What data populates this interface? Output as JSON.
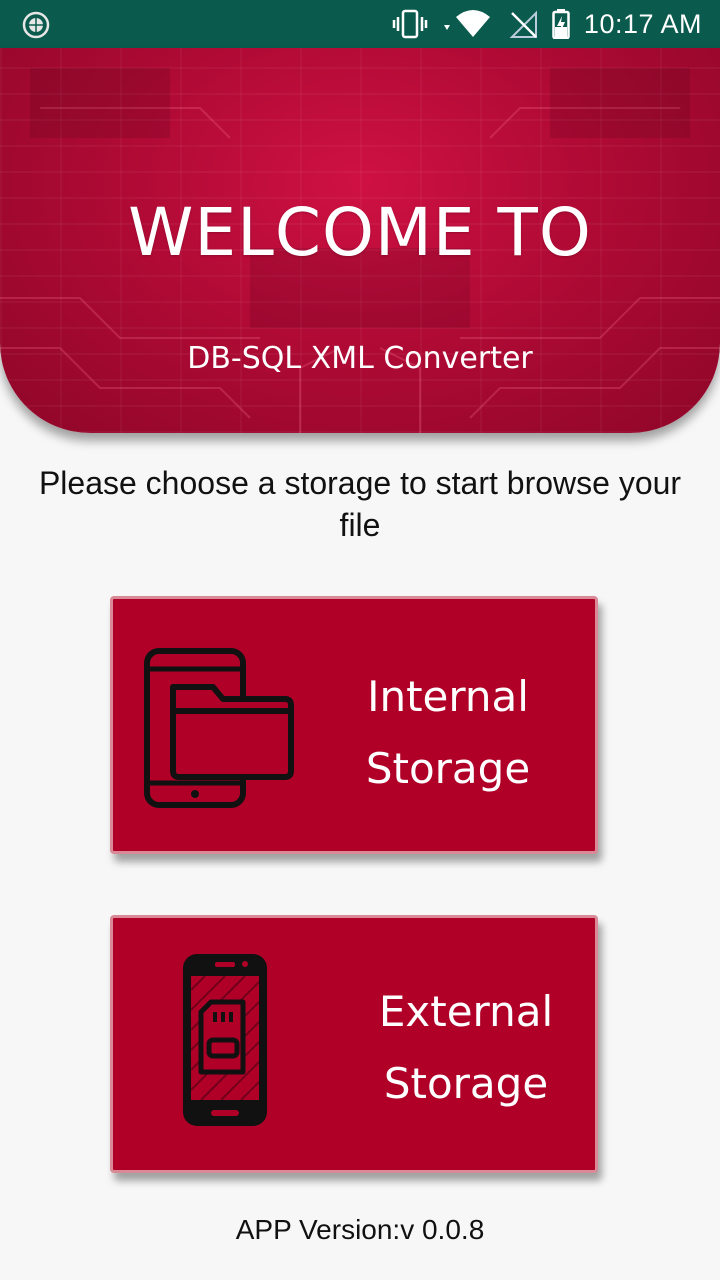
{
  "status_bar": {
    "time": "10:17 AM"
  },
  "banner": {
    "title": "WELCOME TO",
    "subtitle": "DB-SQL XML Converter"
  },
  "prompt": "Please choose a storage to start browse your file",
  "buttons": {
    "internal": {
      "line1": "Internal",
      "line2": "Storage",
      "icon": "phone-folder-icon"
    },
    "external": {
      "line1": "External",
      "line2": "Storage",
      "icon": "phone-sdcard-icon"
    }
  },
  "footer": {
    "version": "APP Version:v 0.0.8"
  },
  "colors": {
    "status_bar": "#0a5b4d",
    "accent": "#b00028",
    "background": "#f7f7f7"
  }
}
